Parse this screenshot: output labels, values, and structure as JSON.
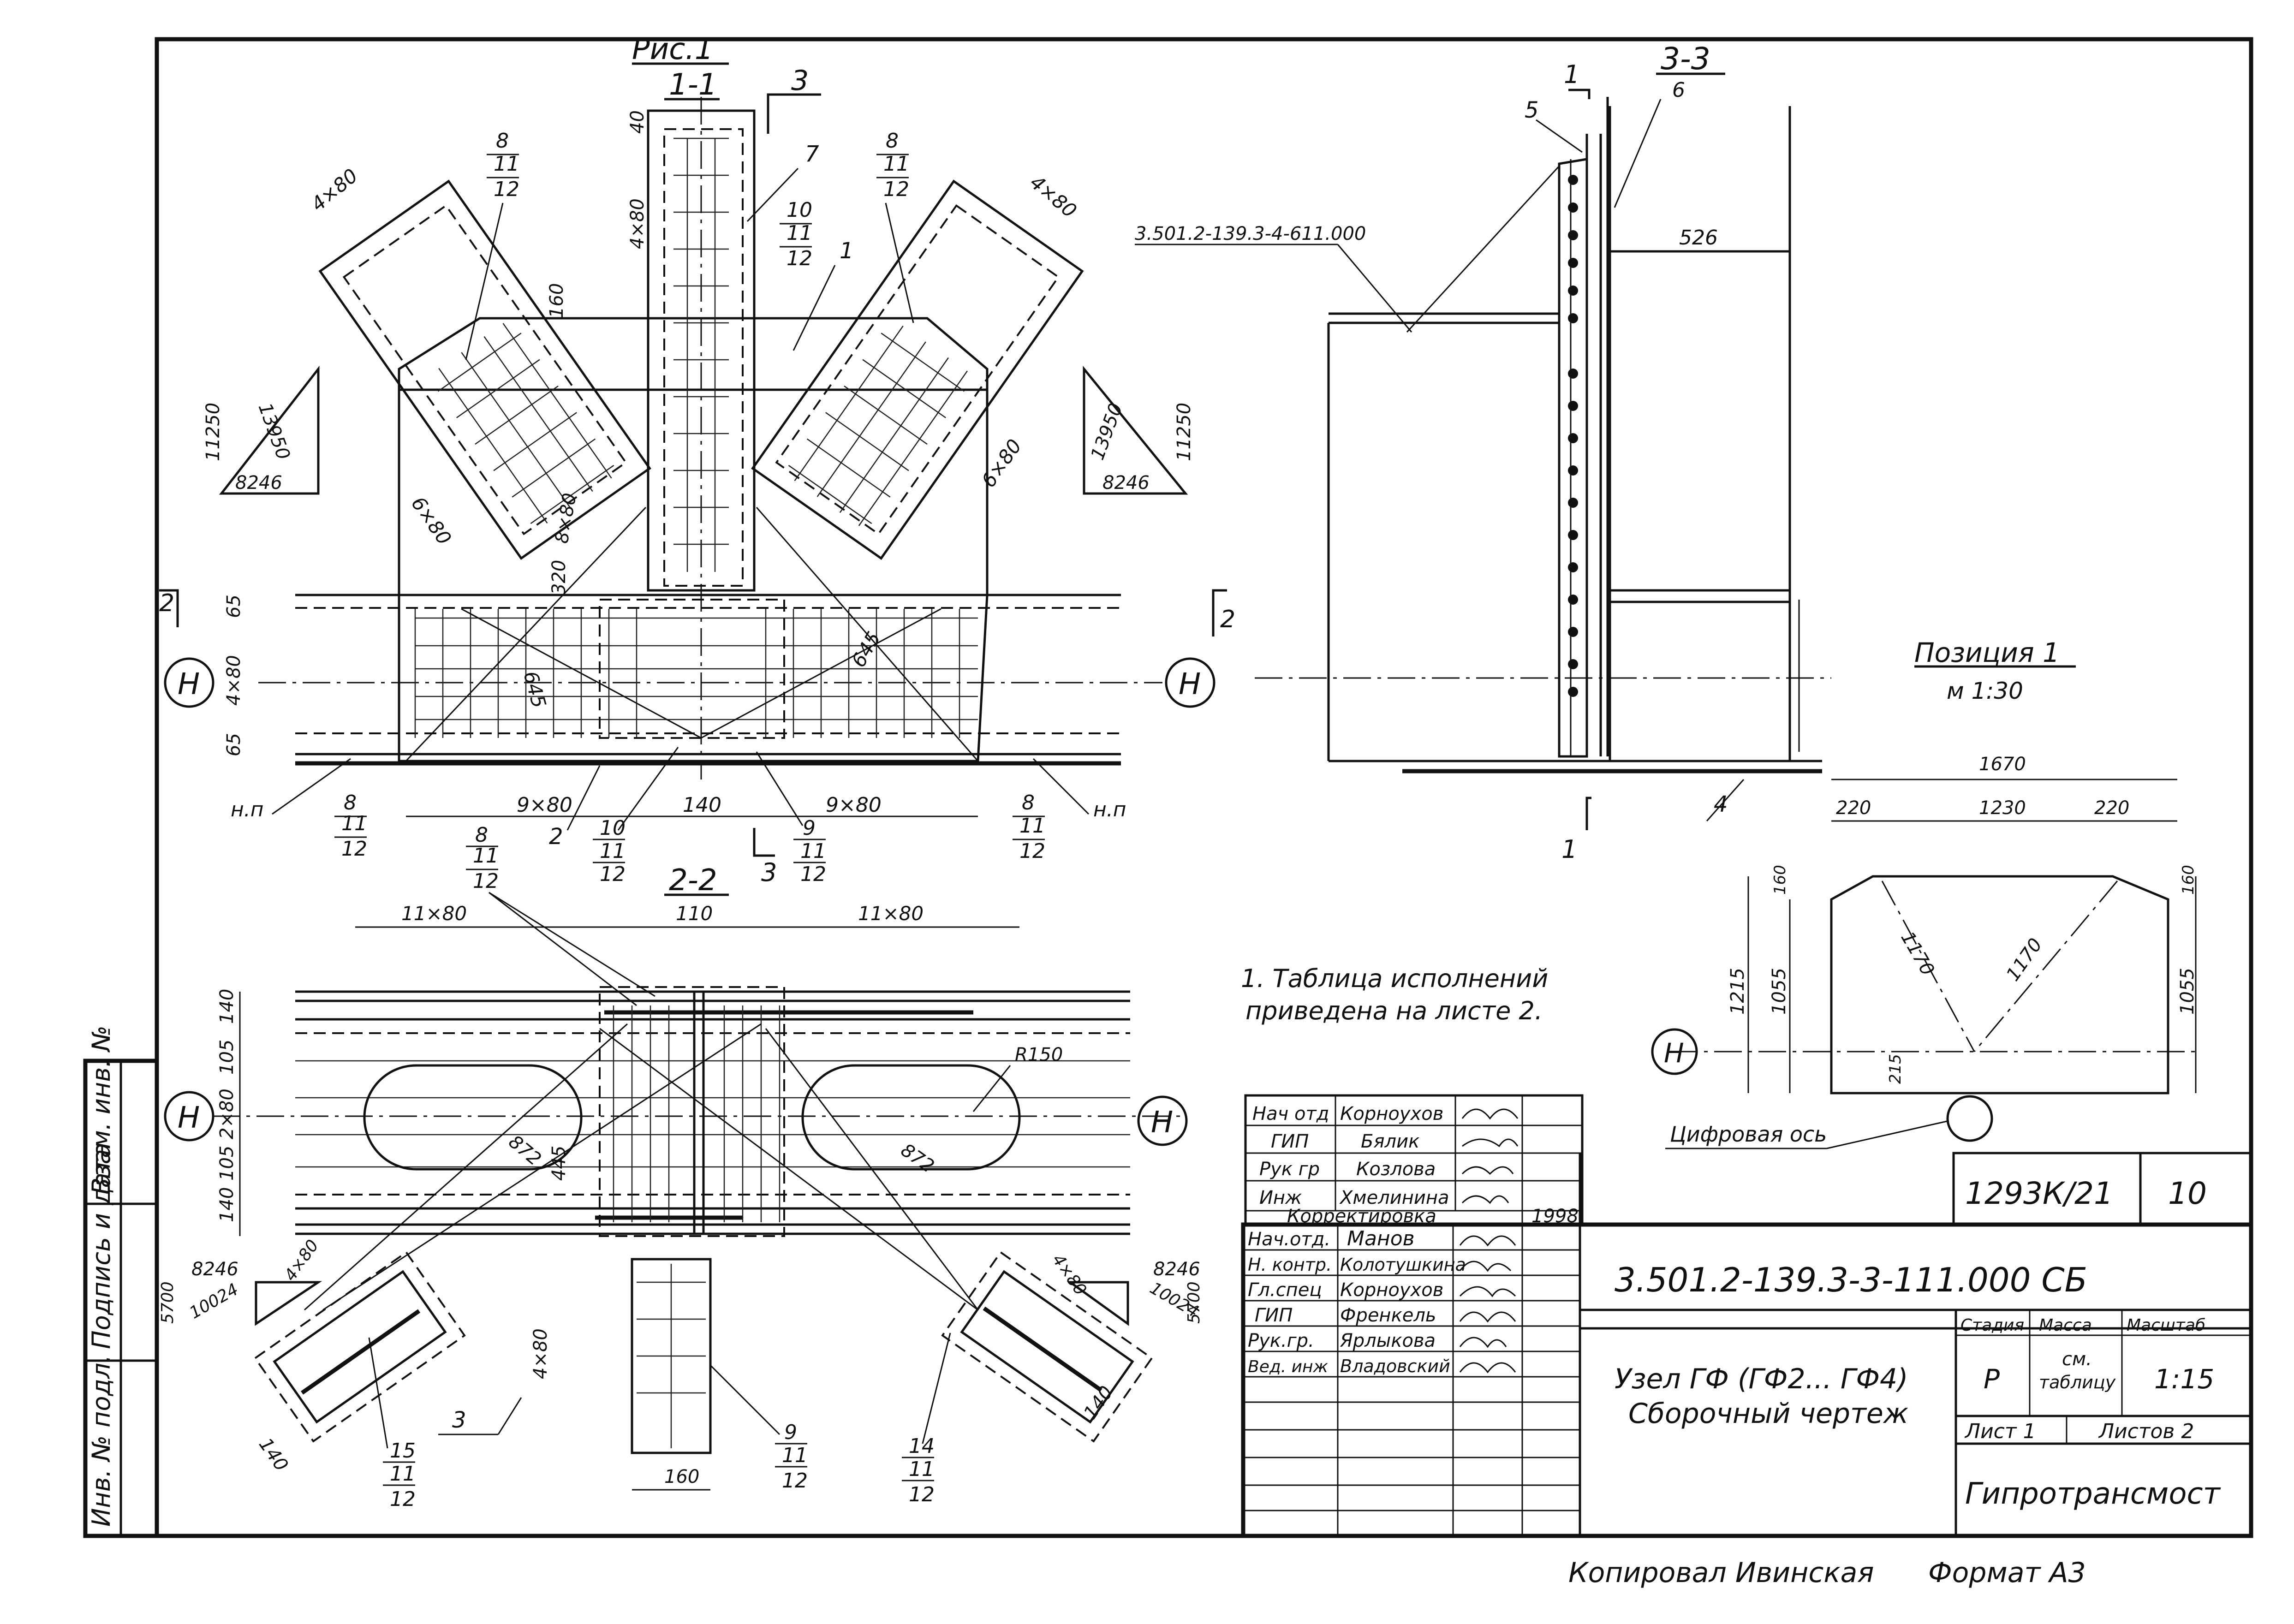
{
  "figure": {
    "fig_label": "Рис.1",
    "section_1_1": "1-1",
    "section_2_2": "2-2",
    "section_3_3": "3-3",
    "cut_mark_3": "3",
    "cut_mark_2": "2",
    "cut_mark_1": "1",
    "axis_label": "Н",
    "np_label": "н.п"
  },
  "dims": {
    "d4x80": "4×80",
    "d6x80": "6×80",
    "d8x80": "8×80",
    "d9x80": "9×80",
    "d11x80": "11×80",
    "d2x80": "2×80",
    "d40": "40",
    "d160": "160",
    "d320": "320",
    "d65": "65",
    "d140": "140",
    "d110": "110",
    "d105": "105",
    "d645": "645",
    "d872": "872",
    "d445": "445",
    "d526": "526",
    "r150": "R150",
    "tri_a": "11250",
    "tri_b": "13950",
    "tri_c": "8246",
    "tri2_a": "5700",
    "tri2_b": "10024",
    "tri2_c": "8246",
    "d1670": "1670",
    "d220": "220",
    "d1230": "1230",
    "d1215": "1215",
    "d1055": "1055",
    "d1170": "1170",
    "d215": "215"
  },
  "callouts": {
    "c1": "1",
    "c2": "2",
    "c3": "3",
    "c4": "4",
    "c5": "5",
    "c6": "6",
    "c7": "7",
    "c8": "8",
    "c9": "9",
    "c10": "10",
    "c11": "11",
    "c12": "12",
    "c14": "14",
    "c15": "15"
  },
  "ref_doc": "3.501.2-139.3-4-611.000",
  "position": {
    "title": "Позиция 1",
    "scale": "м 1:30",
    "digital_axis": "Цифровая ось"
  },
  "notes": {
    "note1_line1": "1. Таблица исполнений",
    "note1_line2": "приведена на листе 2."
  },
  "side_stamp": {
    "inv_orig": "Инв. № подл.",
    "sign_date": "Подпись и дата",
    "inv_replace": "Взам. инв. №"
  },
  "upper_block": {
    "rows": [
      {
        "role": "Нач отд",
        "name": "Корноухов"
      },
      {
        "role": "ГИП",
        "name": "Бялик"
      },
      {
        "role": "Рук гр",
        "name": "Козлова"
      },
      {
        "role": "Инж",
        "name": "Хмелинина"
      }
    ],
    "correction": "Корректировка",
    "year": "1998"
  },
  "title_block": {
    "code_top": "1293К/21",
    "sheet_no": "10",
    "doc_code": "3.501.2-139.3-3-111.000 СБ",
    "rows": [
      {
        "role": "Нач.отд.",
        "name": "Манов"
      },
      {
        "role": "Н. контр.",
        "name": "Колотушкина"
      },
      {
        "role": "Гл.спец",
        "name": "Корноухов"
      },
      {
        "role": "ГИП",
        "name": "Френкель"
      },
      {
        "role": "Рук.гр.",
        "name": "Ярлыкова"
      },
      {
        "role": "Вед. инж",
        "name": "Владовский"
      }
    ],
    "name_line1": "Узел ГФ (ГФ2... ГФ4)",
    "name_line2": "Сборочный чертеж",
    "stage_h": "Стадия",
    "mass_h": "Масса",
    "scale_h": "Масштаб",
    "stage": "Р",
    "mass_line1": "см.",
    "mass_line2": "таблицу",
    "scale": "1:15",
    "sheet": "Лист 1",
    "sheets": "Листов 2",
    "org": "Гипротрансмост"
  },
  "footer": {
    "copied": "Копировал Ивинская",
    "format": "Формат А3"
  }
}
